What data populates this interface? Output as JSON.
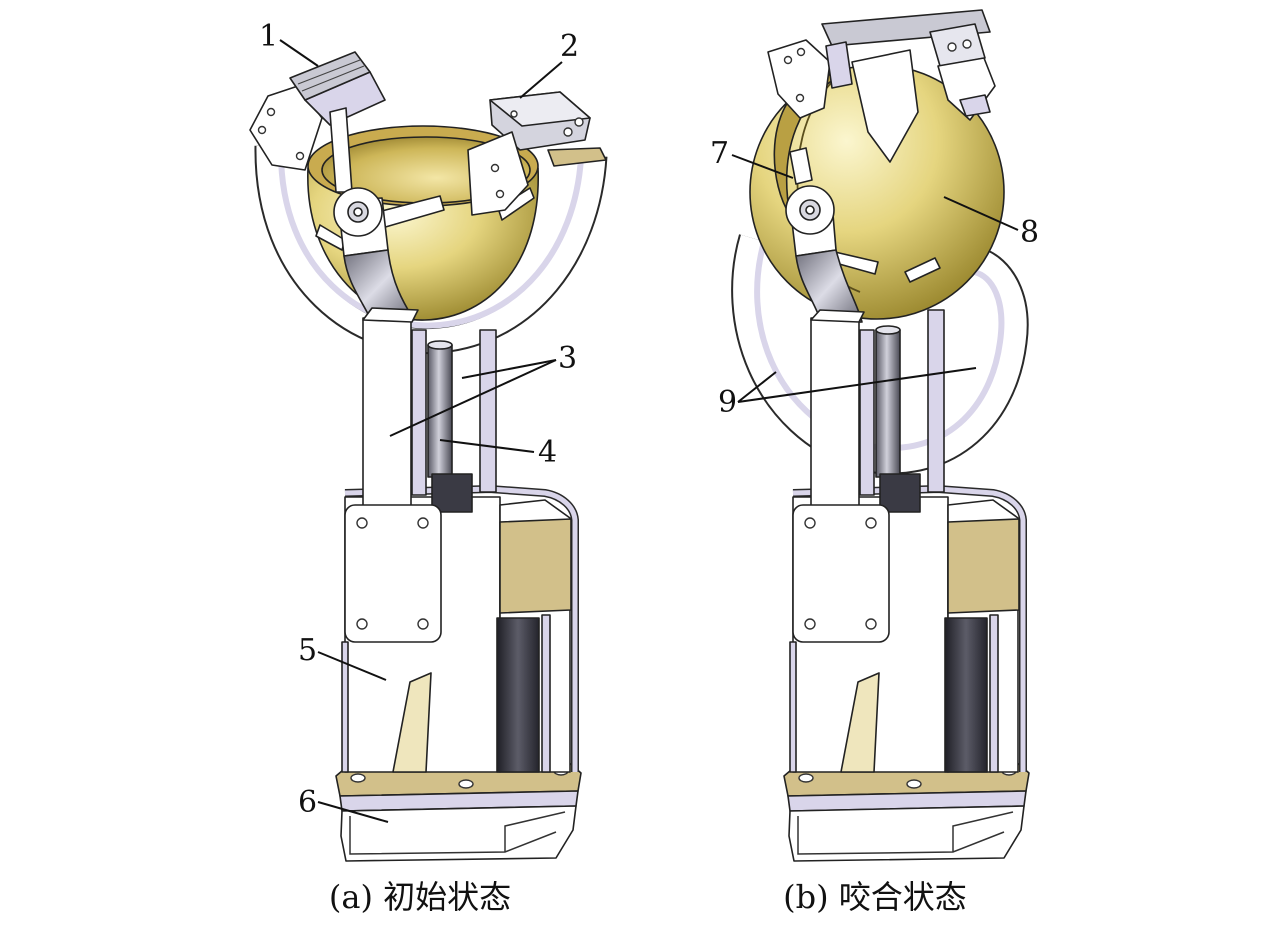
{
  "figure": {
    "panels": [
      {
        "caption": "(a) 初始状态",
        "callouts": [
          "1",
          "2",
          "3",
          "4",
          "5",
          "6"
        ]
      },
      {
        "caption": "(b) 咬合状态",
        "callouts": [
          "7",
          "8",
          "9"
        ]
      }
    ]
  },
  "colors": {
    "outline": "#222222",
    "frame": "#ffffff",
    "arm_edge": "#d9d5ea",
    "panel": "#d2c08a",
    "sphere": "#e5d57f",
    "motor": "#3b3b45"
  }
}
